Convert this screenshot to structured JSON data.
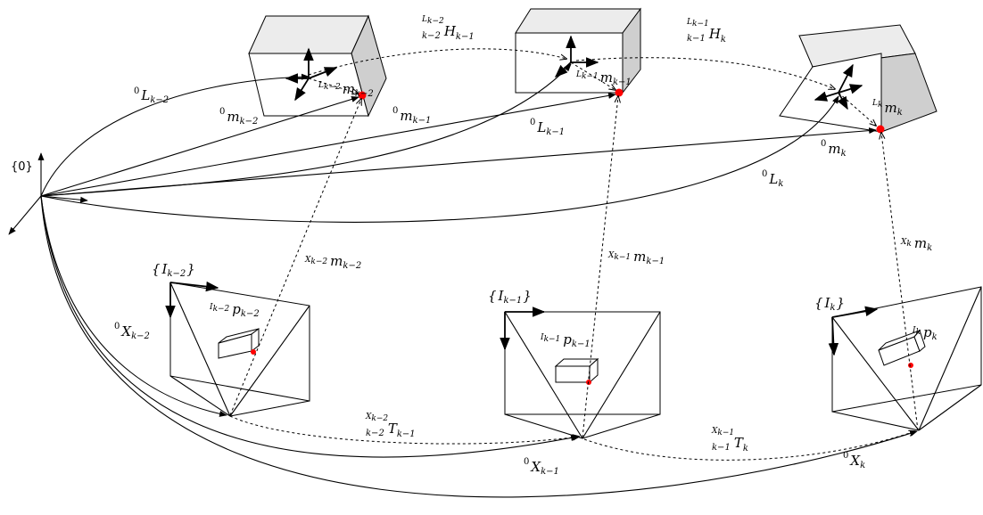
{
  "world_frame": {
    "label": "{0}"
  },
  "objects": [
    {
      "id": "k-2",
      "point_color": "#ff0000",
      "L_label": {
        "sup": "0",
        "main": "L",
        "sub": "k−2"
      },
      "m_label": {
        "sup": "0",
        "main": "m",
        "sub": "k−2"
      },
      "local_m_label": {
        "sup": "L",
        "supsub": "k−2",
        "main": "m",
        "sub": "k−2"
      }
    },
    {
      "id": "k-1",
      "point_color": "#ff0000",
      "L_label": {
        "sup": "0",
        "main": "L",
        "sub": "k−1"
      },
      "m_label": {
        "sup": "0",
        "main": "m",
        "sub": "k−1"
      },
      "local_m_label": {
        "sup": "L",
        "supsub": "k−1",
        "main": "m",
        "sub": "k−1"
      }
    },
    {
      "id": "k",
      "point_color": "#ff0000",
      "L_label": {
        "sup": "0",
        "main": "L",
        "sub": "k"
      },
      "m_label": {
        "sup": "0",
        "main": "m",
        "sub": "k"
      },
      "local_m_label": {
        "sup": "L",
        "supsub": "k",
        "main": "m",
        "sub": "k"
      }
    }
  ],
  "object_transforms": [
    {
      "sup": "L",
      "supsub": "k−2",
      "pre": "k−2",
      "main": "H",
      "sub": "k−1"
    },
    {
      "sup": "L",
      "supsub": "k−1",
      "pre": "k−1",
      "main": "H",
      "sub": "k"
    }
  ],
  "cameras": [
    {
      "id": "k-2",
      "frame_label": {
        "open": "{",
        "main": "I",
        "sub": "k−2",
        "close": "}"
      },
      "p_label": {
        "sup": "I",
        "supsub": "k−2",
        "main": "p",
        "sub": "k−2"
      },
      "X_label": {
        "sup": "0",
        "main": "X",
        "sub": "k−2"
      },
      "Xm_label": {
        "sup": "X",
        "supsub": "k−2",
        "main": "m",
        "sub": "k−2"
      }
    },
    {
      "id": "k-1",
      "frame_label": {
        "open": "{",
        "main": "I",
        "sub": "k−1",
        "close": "}"
      },
      "p_label": {
        "sup": "I",
        "supsub": "k−1",
        "main": "p",
        "sub": "k−1"
      },
      "X_label": {
        "sup": "0",
        "main": "X",
        "sub": "k−1"
      },
      "Xm_label": {
        "sup": "X",
        "supsub": "k−1",
        "main": "m",
        "sub": "k−1"
      }
    },
    {
      "id": "k",
      "frame_label": {
        "open": "{",
        "main": "I",
        "sub": "k",
        "close": "}"
      },
      "p_label": {
        "sup": "I",
        "supsub": "k",
        "main": "p",
        "sub": "k"
      },
      "X_label": {
        "sup": "0",
        "main": "X",
        "sub": "k"
      },
      "Xm_label": {
        "sup": "X",
        "supsub": "k",
        "main": "m",
        "sub": "k"
      }
    }
  ],
  "camera_transforms": [
    {
      "sup": "X",
      "supsub": "k−2",
      "pre": "k−2",
      "main": "T",
      "sub": "k−1"
    },
    {
      "sup": "X",
      "supsub": "k−1",
      "pre": "k−1",
      "main": "T",
      "sub": "k"
    }
  ]
}
